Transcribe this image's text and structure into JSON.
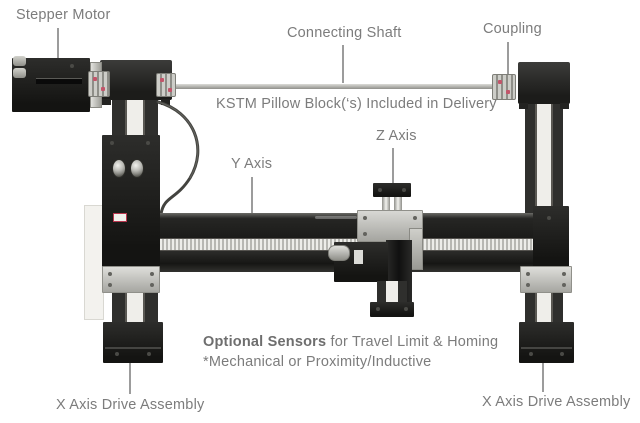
{
  "diagram": {
    "labels": {
      "stepper_motor": "Stepper Motor",
      "connecting_shaft": "Connecting Shaft",
      "coupling": "Coupling",
      "pillow_block_note": "KSTM Pillow Block(‘s) Included in Delivery",
      "y_axis": "Y Axis",
      "z_axis": "Z Axis",
      "sensors_bold": "Optional Sensors",
      "sensors_rest": " for Travel Limit & Homing",
      "sensors_line2": "*Mechanical or Proximity/Inductive",
      "x_axis_drive_left": "X Axis Drive Assembly",
      "x_axis_drive_right": "X Axis Drive Assembly"
    },
    "colors": {
      "background": "#ffffff",
      "label_text": "#7c7c7c",
      "leader_line": "#9c9c9c",
      "frame_black": "#1c1c1a",
      "silver": "#c2c2bd",
      "rail_white": "#efeeea",
      "accent_red": "#c2556a"
    }
  }
}
